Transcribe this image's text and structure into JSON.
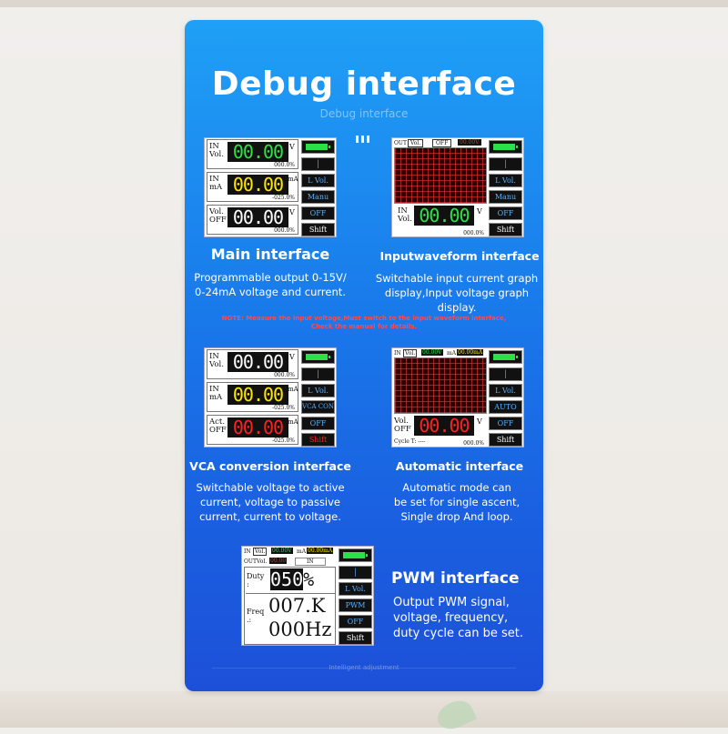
{
  "title": "Debug interface",
  "subtitle": "Debug interface",
  "note": "NOTE: Measure the input voltage,Must switch to the input waveform interface, Check the manual for details.",
  "footer": "Intelligent adjustment",
  "colors": {
    "card_top": "#1fa0f6",
    "card_bottom": "#1d50d8",
    "green": "#2ee048",
    "yellow": "#ffe600",
    "red": "#ff2020",
    "blue": "#5ab0ff"
  },
  "sections": {
    "main": {
      "label": "Main interface",
      "desc1": "Programmable output 0-15V/",
      "desc2": "0-24mA voltage and current.",
      "r1": {
        "l1": "IN",
        "l2": "Vol.",
        "val": "00.00",
        "unit": "V",
        "pct": "000.0%"
      },
      "r2": {
        "l1": "IN",
        "l2": "mA",
        "val": "00.00",
        "unit": "mA",
        "pct": "-025.0%"
      },
      "r3": {
        "l1": "Vol.",
        "l2": "OFF",
        "val": "00.00",
        "unit": "V",
        "pct": "000.0%"
      },
      "buttons": [
        "│",
        "L Vol.",
        "Manu",
        "OFF",
        "Shift"
      ]
    },
    "waveform": {
      "label": "Inputwaveform interface",
      "desc1": "Switchable input current graph",
      "desc2": "display,Input voltage graph display.",
      "top": {
        "a": "OUT",
        "b": "Vol.",
        "c": "OFF",
        "d": "00.00V"
      },
      "bottom": {
        "l1": "IN",
        "l2": "Vol.",
        "val": "00.00",
        "unit": "V",
        "pct": "000.0%"
      },
      "buttons": [
        "│",
        "L Vol.",
        "Manu",
        "OFF",
        "Shift"
      ]
    },
    "vca": {
      "label": "VCA conversion interface",
      "desc1": "Switchable voltage to active",
      "desc2": "current, voltage to passive",
      "desc3": "current, current to voltage.",
      "r1": {
        "l1": "IN",
        "l2": "Vol.",
        "val": "00.00",
        "unit": "V",
        "pct": "000.0%"
      },
      "r2": {
        "l1": "IN",
        "l2": "mA",
        "val": "00.00",
        "unit": "mA",
        "pct": "-025.0%"
      },
      "r3": {
        "l1": "Act.",
        "l2": "OFF",
        "val": "00.00",
        "unit": "mA",
        "pct": "-025.0%"
      },
      "buttons": [
        "│",
        "L Vol.",
        "VCA CON",
        "OFF",
        "Shift"
      ]
    },
    "auto": {
      "label": "Automatic interface",
      "desc1": "Automatic mode can",
      "desc2": "be set for single ascent,",
      "desc3": "Single drop And loop.",
      "top": {
        "a": "IN",
        "b": "Vol.",
        "c": "00.00V",
        "d": "mA",
        "e": "00.00mA"
      },
      "bottom": {
        "l1": "Vol.",
        "l2": "OFF",
        "val": "00.00",
        "unit": "V",
        "cycle": "Cycle T: ----",
        "pct": "000.0%"
      },
      "buttons": [
        "│",
        "L Vol.",
        "AUTO",
        "OFF",
        "Shift"
      ]
    },
    "pwm": {
      "label": "PWM interface",
      "desc1": "Output PWM signal,",
      "desc2": "voltage, frequency,",
      "desc3": "duty cycle can be set.",
      "top1": {
        "a": "IN",
        "b": "Vol.",
        "c": "00.00V",
        "d": "mA",
        "e": "00.00mA"
      },
      "top2": {
        "a": "OUT",
        "b": "Vol.",
        "c": "00.00",
        "d": "IN"
      },
      "duty_label1": "Duty",
      "duty_label2": ":",
      "duty_val": "050",
      "duty_unit": "%",
      "freq_label1": "Freq",
      "freq_label2": ".:",
      "freq_val1": "007.K",
      "freq_val2": "000Hz",
      "buttons": [
        "│",
        "L Vol.",
        "PWM",
        "OFF",
        "Shift"
      ]
    }
  }
}
